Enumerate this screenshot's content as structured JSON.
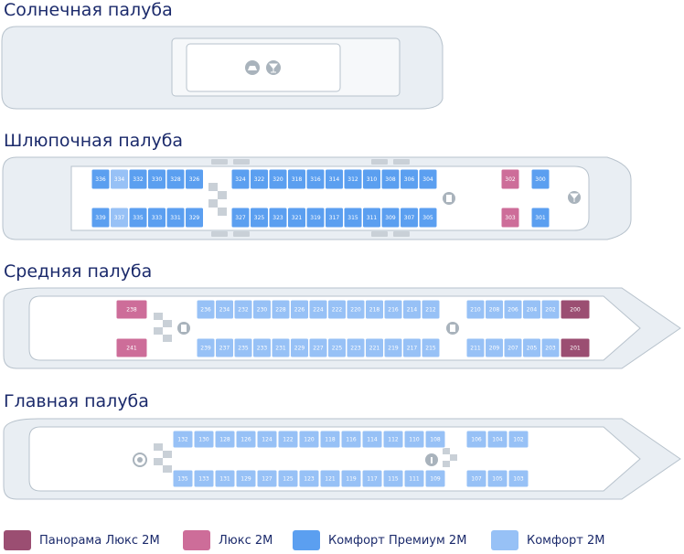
{
  "decks": {
    "sun": {
      "title": "Солнечная палуба"
    },
    "boat": {
      "title": "Шлюпочная палуба"
    },
    "middle": {
      "title": "Средняя палуба"
    },
    "main": {
      "title": "Главная палуба"
    }
  },
  "colors": {
    "panorama_lux": "#9b4e72",
    "lux": "#cd6d99",
    "comfort_premium": "#5b9ff0",
    "comfort": "#97c1f6",
    "hull_fill": "#e9eef3",
    "hull_stroke": "#b7c2cc",
    "inner_fill": "#ffffff",
    "stairs": "#c9d0d7",
    "icon": "#a9b3bc"
  },
  "legend": [
    {
      "label": "Панорама Люкс 2М",
      "color": "#9b4e72"
    },
    {
      "label": "Люкс 2М",
      "color": "#cd6d99"
    },
    {
      "label": "Комфорт Премиум 2М",
      "color": "#5b9ff0"
    },
    {
      "label": "Комфорт 2М",
      "color": "#97c1f6"
    }
  ],
  "cabins": {
    "boat_top": [
      {
        "n": "336",
        "t": "cp"
      },
      {
        "n": "334",
        "t": "c"
      },
      {
        "n": "332",
        "t": "cp"
      },
      {
        "n": "330",
        "t": "cp"
      },
      {
        "n": "328",
        "t": "cp"
      },
      {
        "n": "326",
        "t": "cp"
      },
      {
        "n": "324",
        "t": "cp"
      },
      {
        "n": "322",
        "t": "cp"
      },
      {
        "n": "320",
        "t": "cp"
      },
      {
        "n": "318",
        "t": "cp"
      },
      {
        "n": "316",
        "t": "cp"
      },
      {
        "n": "314",
        "t": "cp"
      },
      {
        "n": "312",
        "t": "cp"
      },
      {
        "n": "310",
        "t": "cp"
      },
      {
        "n": "308",
        "t": "cp"
      },
      {
        "n": "306",
        "t": "cp"
      },
      {
        "n": "304",
        "t": "cp"
      },
      {
        "n": "302",
        "t": "l"
      },
      {
        "n": "300",
        "t": "cp"
      }
    ],
    "boat_bottom": [
      {
        "n": "339",
        "t": "cp"
      },
      {
        "n": "337",
        "t": "c"
      },
      {
        "n": "335",
        "t": "cp"
      },
      {
        "n": "333",
        "t": "cp"
      },
      {
        "n": "331",
        "t": "cp"
      },
      {
        "n": "329",
        "t": "cp"
      },
      {
        "n": "327",
        "t": "cp"
      },
      {
        "n": "325",
        "t": "cp"
      },
      {
        "n": "323",
        "t": "cp"
      },
      {
        "n": "321",
        "t": "cp"
      },
      {
        "n": "319",
        "t": "cp"
      },
      {
        "n": "317",
        "t": "cp"
      },
      {
        "n": "315",
        "t": "cp"
      },
      {
        "n": "311",
        "t": "cp"
      },
      {
        "n": "309",
        "t": "cp"
      },
      {
        "n": "307",
        "t": "cp"
      },
      {
        "n": "305",
        "t": "cp"
      },
      {
        "n": "303",
        "t": "l"
      },
      {
        "n": "301",
        "t": "cp"
      }
    ],
    "middle_top": [
      {
        "n": "238",
        "t": "l"
      },
      {
        "n": "236",
        "t": "c"
      },
      {
        "n": "234",
        "t": "c"
      },
      {
        "n": "232",
        "t": "c"
      },
      {
        "n": "230",
        "t": "c"
      },
      {
        "n": "228",
        "t": "c"
      },
      {
        "n": "226",
        "t": "c"
      },
      {
        "n": "224",
        "t": "c"
      },
      {
        "n": "222",
        "t": "c"
      },
      {
        "n": "220",
        "t": "c"
      },
      {
        "n": "218",
        "t": "c"
      },
      {
        "n": "216",
        "t": "c"
      },
      {
        "n": "214",
        "t": "c"
      },
      {
        "n": "212",
        "t": "c"
      },
      {
        "n": "210",
        "t": "c"
      },
      {
        "n": "208",
        "t": "c"
      },
      {
        "n": "206",
        "t": "c"
      },
      {
        "n": "204",
        "t": "c"
      },
      {
        "n": "202",
        "t": "c"
      },
      {
        "n": "200",
        "t": "pl"
      }
    ],
    "middle_bottom": [
      {
        "n": "241",
        "t": "l"
      },
      {
        "n": "239",
        "t": "c"
      },
      {
        "n": "237",
        "t": "c"
      },
      {
        "n": "235",
        "t": "c"
      },
      {
        "n": "233",
        "t": "c"
      },
      {
        "n": "231",
        "t": "c"
      },
      {
        "n": "229",
        "t": "c"
      },
      {
        "n": "227",
        "t": "c"
      },
      {
        "n": "225",
        "t": "c"
      },
      {
        "n": "223",
        "t": "c"
      },
      {
        "n": "221",
        "t": "c"
      },
      {
        "n": "219",
        "t": "c"
      },
      {
        "n": "217",
        "t": "c"
      },
      {
        "n": "215",
        "t": "c"
      },
      {
        "n": "211",
        "t": "c"
      },
      {
        "n": "209",
        "t": "c"
      },
      {
        "n": "207",
        "t": "c"
      },
      {
        "n": "205",
        "t": "c"
      },
      {
        "n": "203",
        "t": "c"
      },
      {
        "n": "201",
        "t": "pl"
      }
    ],
    "main_top": [
      {
        "n": "132",
        "t": "c"
      },
      {
        "n": "130",
        "t": "c"
      },
      {
        "n": "128",
        "t": "c"
      },
      {
        "n": "126",
        "t": "c"
      },
      {
        "n": "124",
        "t": "c"
      },
      {
        "n": "122",
        "t": "c"
      },
      {
        "n": "120",
        "t": "c"
      },
      {
        "n": "118",
        "t": "c"
      },
      {
        "n": "116",
        "t": "c"
      },
      {
        "n": "114",
        "t": "c"
      },
      {
        "n": "112",
        "t": "c"
      },
      {
        "n": "110",
        "t": "c"
      },
      {
        "n": "108",
        "t": "c"
      },
      {
        "n": "106",
        "t": "c"
      },
      {
        "n": "104",
        "t": "c"
      },
      {
        "n": "102",
        "t": "c"
      }
    ],
    "main_bottom": [
      {
        "n": "135",
        "t": "c"
      },
      {
        "n": "133",
        "t": "c"
      },
      {
        "n": "131",
        "t": "c"
      },
      {
        "n": "129",
        "t": "c"
      },
      {
        "n": "127",
        "t": "c"
      },
      {
        "n": "125",
        "t": "c"
      },
      {
        "n": "123",
        "t": "c"
      },
      {
        "n": "121",
        "t": "c"
      },
      {
        "n": "119",
        "t": "c"
      },
      {
        "n": "117",
        "t": "c"
      },
      {
        "n": "115",
        "t": "c"
      },
      {
        "n": "111",
        "t": "c"
      },
      {
        "n": "109",
        "t": "c"
      },
      {
        "n": "107",
        "t": "c"
      },
      {
        "n": "105",
        "t": "c"
      },
      {
        "n": "103",
        "t": "c"
      }
    ]
  }
}
